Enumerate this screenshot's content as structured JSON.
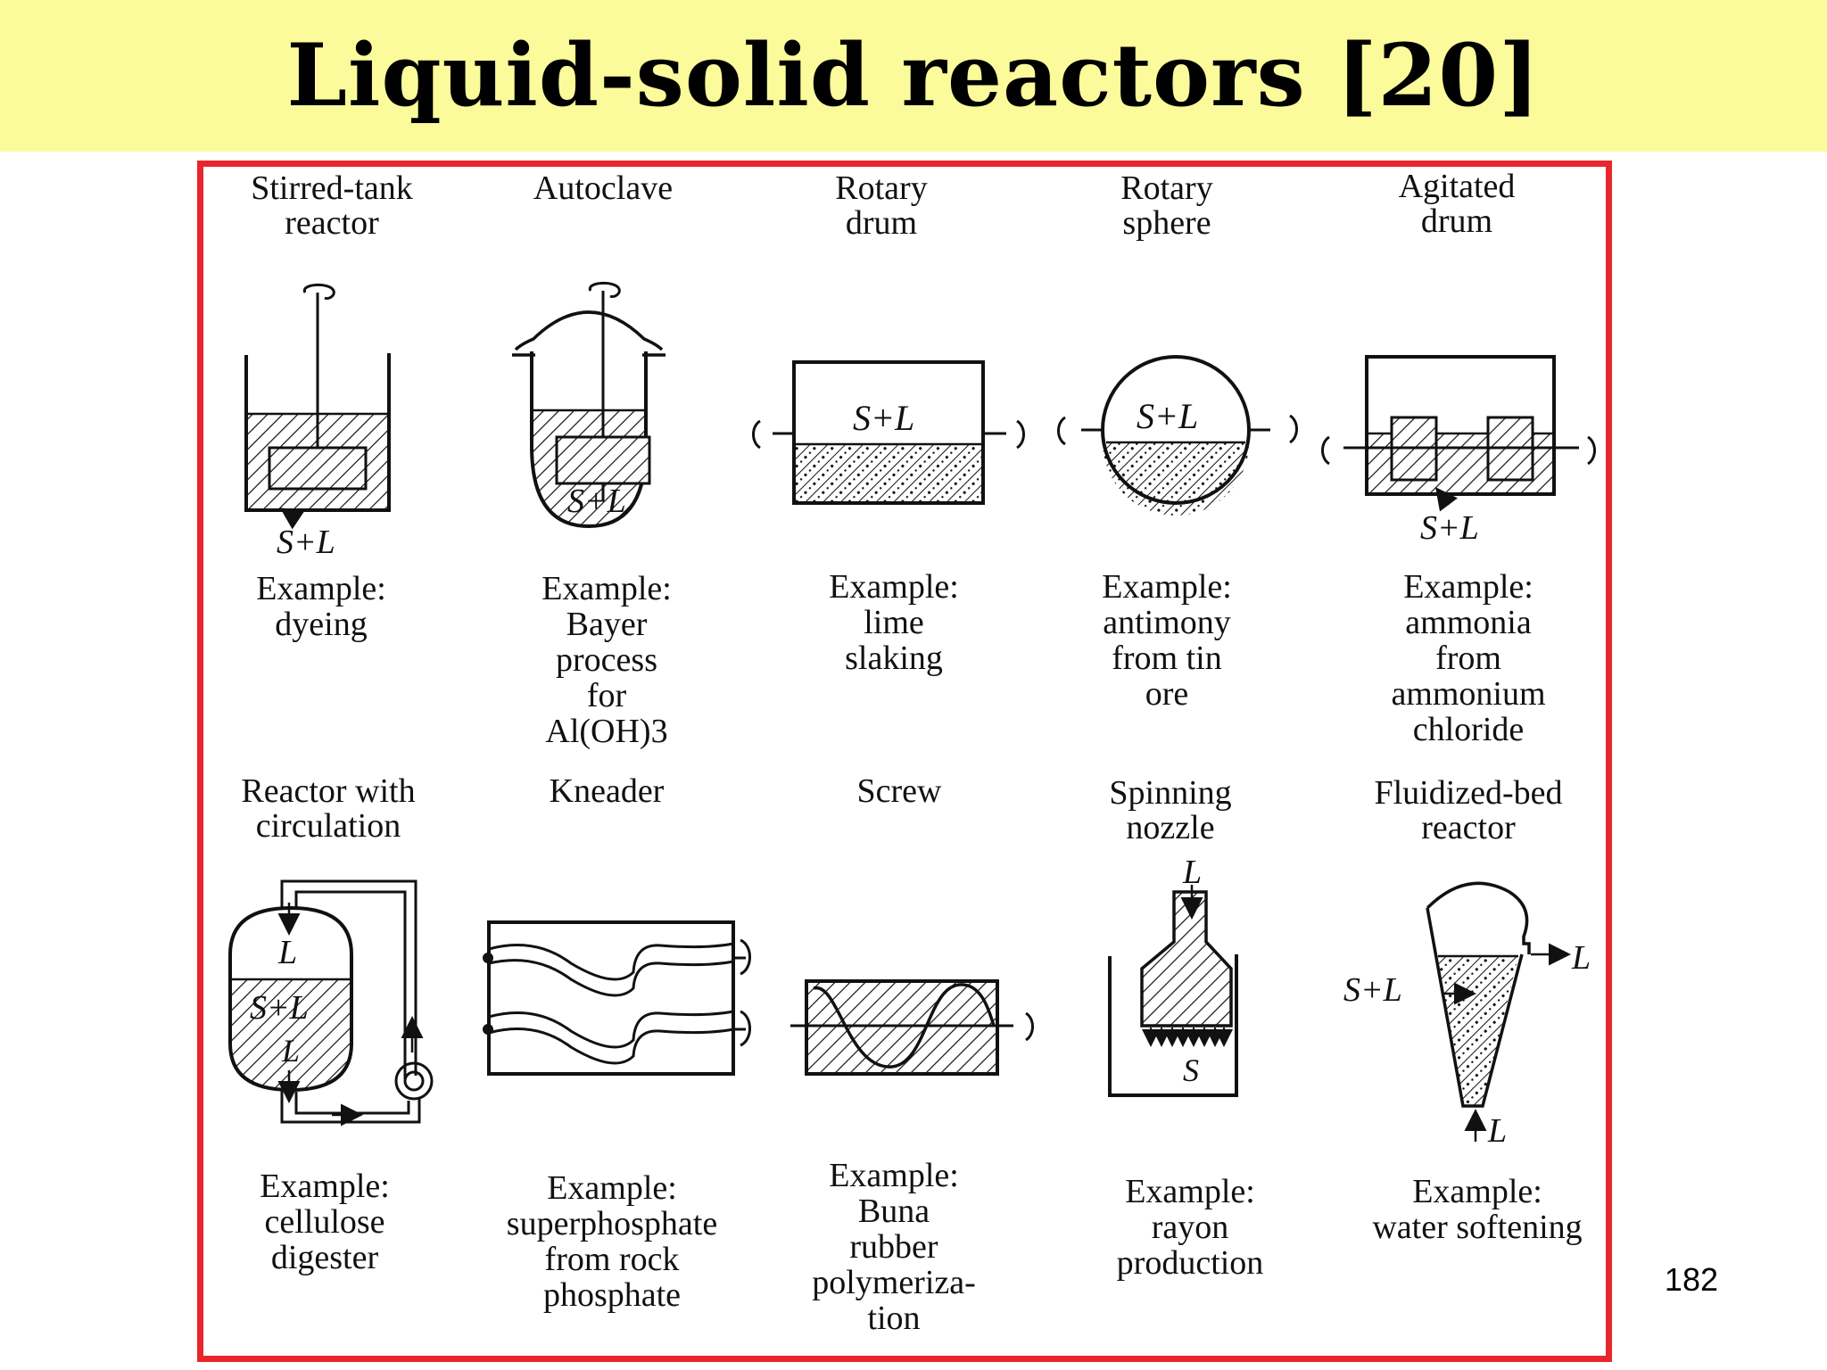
{
  "slide": {
    "title": "Liquid-solid reactors [20]",
    "page_number": "182"
  },
  "panels": [
    {
      "caption": "Stirred-tank\nreactor",
      "example": "Example:\ndyeing",
      "label": "S+L"
    },
    {
      "caption": "Autoclave",
      "example": "Example:\nBayer\nprocess\nfor\nAl(OH)3",
      "label": "S+L"
    },
    {
      "caption": "Rotary\ndrum",
      "example": "Example:\nlime\nslaking",
      "label": "S+L"
    },
    {
      "caption": "Rotary\nsphere",
      "example": "Example:\nantimony\nfrom tin\nore",
      "label": "S+L"
    },
    {
      "caption": "Agitated\ndrum",
      "example": "Example:\nammonia\nfrom\nammonium\nchloride",
      "label": "S+L"
    },
    {
      "caption": "Reactor with\ncirculation",
      "example": "Example:\ncellulose\ndigester",
      "label": "S+L",
      "label_l": "L"
    },
    {
      "caption": "Kneader",
      "example": "Example:\nsuperphosphate\nfrom rock\nphosphate"
    },
    {
      "caption": "Screw",
      "example": "Example:\nBuna\nrubber\npolymeriza-\ntion"
    },
    {
      "caption": "Spinning\nnozzle",
      "example": "Example:\nrayon\nproduction",
      "label_l": "L",
      "label_s": "S"
    },
    {
      "caption": "Fluidized-bed\nreactor",
      "example": "Example:\nwater softening",
      "label": "S+L",
      "label_l": "L"
    }
  ]
}
